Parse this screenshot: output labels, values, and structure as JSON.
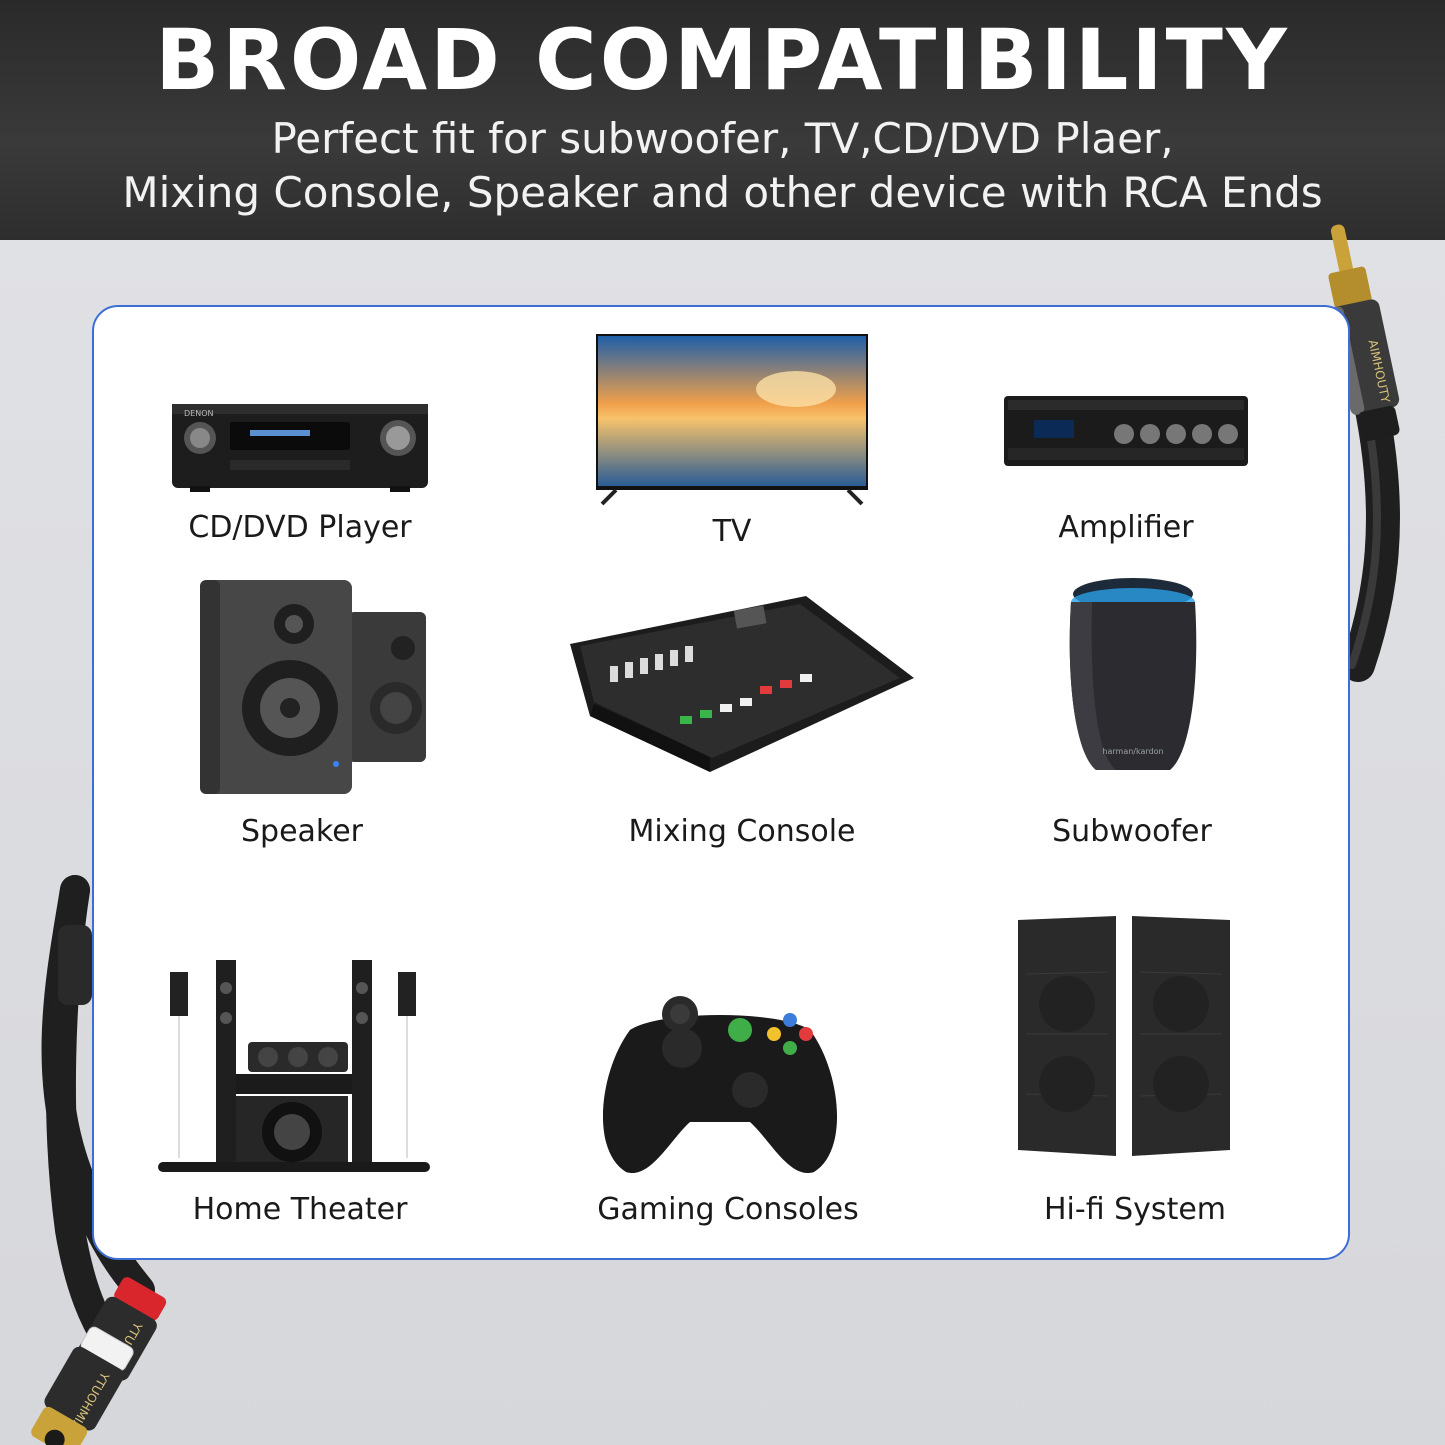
{
  "banner": {
    "title": "BROAD COMPATIBILITY",
    "subtitle_line1": "Perfect fit for subwoofer, TV,CD/DVD Plaer,",
    "subtitle_line2": "Mixing Console, Speaker and other device with RCA Ends"
  },
  "devices": [
    {
      "label": "CD/DVD Player",
      "icon": "cd-dvd-player-icon"
    },
    {
      "label": "TV",
      "icon": "tv-icon"
    },
    {
      "label": "Amplifier",
      "icon": "amplifier-icon"
    },
    {
      "label": "Speaker",
      "icon": "speaker-icon"
    },
    {
      "label": "Mixing Console",
      "icon": "mixing-console-icon"
    },
    {
      "label": "Subwoofer",
      "icon": "subwoofer-icon"
    },
    {
      "label": "Home Theater",
      "icon": "home-theater-icon"
    },
    {
      "label": "Gaming Consoles",
      "icon": "gaming-controller-icon"
    },
    {
      "label": "Hi-fi System",
      "icon": "hifi-speakers-icon"
    }
  ],
  "device_brands": {
    "cd_dvd_player": "DENON",
    "subwoofer": "harman/kardon"
  },
  "cable_brand": "AIMHOUTY",
  "cable_female_brand": "YTUOHMIA",
  "colors": {
    "banner": "#2e2e2e",
    "panel_border": "#3b6fd6",
    "rca_red": "#d8262c",
    "rca_white": "#f2f2f2",
    "gold": "#c9a23a"
  }
}
